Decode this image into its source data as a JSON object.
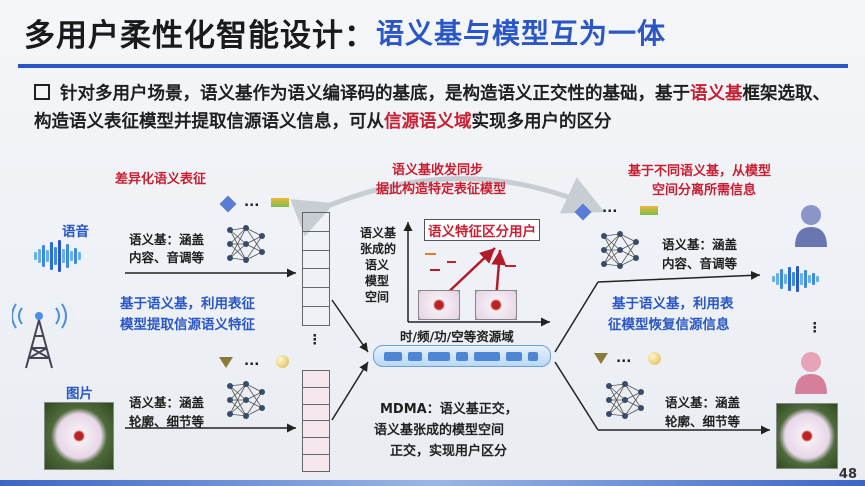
{
  "title": {
    "main": "多用户柔性化智能设计：",
    "sub": "语义基与模型互为一体"
  },
  "bullet": {
    "p1": "针对多用户场景，语义基作为语义编译码的基底，是构造语义正交性的基础，基于",
    "h1": "语义基",
    "p2": "框架选取、构造语义表征模型并提取信源语义信息，可从",
    "h2": "信源语义域",
    "p3": "实现多用户的区分"
  },
  "labels": {
    "diff_repr": "差异化语义表征",
    "sync1": "语义基收发同步",
    "sync2": "据此构造特定表征模型",
    "sep1": "基于不同语义基，从模型",
    "sep2": "空间分离所需信息",
    "voice": "语音",
    "image": "图片",
    "basis_audio_l1": "语义基：涵盖",
    "basis_audio_l2": "内容、音调等",
    "extract1": "基于语义基，利用表征",
    "extract2": "模型提取信源语义特征",
    "basis_img_l1": "语义基：涵盖",
    "basis_img_l2": "轮廓、细节等",
    "space_l1": "语义基",
    "space_l2": "张成的",
    "space_l3": "语义",
    "space_l4": "模型",
    "space_l5": "空间",
    "feature_user": "语义特征区分用户",
    "resource": "时/频/功/空等资源域",
    "mdma1": "MDMA：语义基正交，",
    "mdma2": "语义基张成的模型空间",
    "mdma3": "正交，实现用户区分",
    "rbasis_audio_l1": "语义基：涵盖",
    "rbasis_audio_l2": "内容、音调等",
    "recover1": "基于语义基，利用表",
    "recover2": "征模型恢复信源信息",
    "rbasis_img_l1": "语义基：涵盖",
    "rbasis_img_l2": "轮廓、细节等",
    "ellipsis": "...",
    "vdots": "⋮",
    "page": "48"
  },
  "colors": {
    "title_blue": "#2a56c6",
    "highlight_red": "#c91f32",
    "text": "#1f1f1f"
  },
  "icons": [
    "antenna-tower-icon",
    "sound-wave-icon",
    "neural-network-icon",
    "cube-icon",
    "person-icon",
    "flower-image"
  ]
}
